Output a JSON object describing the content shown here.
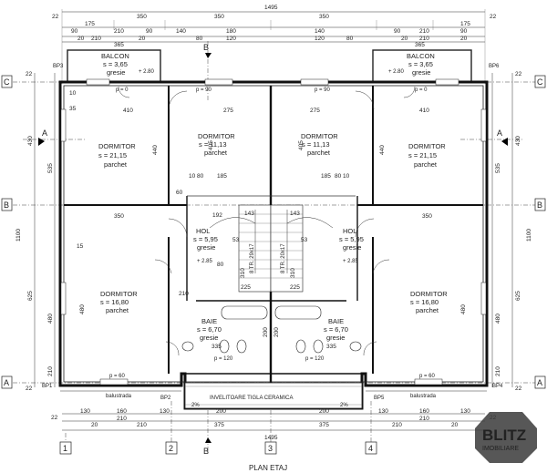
{
  "title": "PLAN ETAJ",
  "logo": {
    "word": "BLITZ",
    "sub": "IMOBILIARE"
  },
  "dims": {
    "top_total": "1495",
    "top_row1": [
      "22",
      "175",
      "350",
      "350",
      "350",
      "175",
      "22"
    ],
    "top_row2": [
      "90",
      "210",
      "90",
      "140",
      "180",
      "140",
      "90",
      "210",
      "90"
    ],
    "top_row3": [
      "20",
      "210",
      "20",
      "80",
      "120",
      "120",
      "80",
      "20",
      "210",
      "20"
    ],
    "top_row4": [
      "365",
      "365"
    ],
    "bottom_total": "1495",
    "bottom_row1": [
      "22",
      "130",
      "160",
      "210",
      "130",
      "200",
      "200",
      "130",
      "210",
      "160",
      "130",
      "22"
    ],
    "bottom_row2": [
      "20",
      "210",
      "375",
      "375",
      "210",
      "20"
    ],
    "left_total": "1100",
    "left": [
      "22",
      "430",
      "535",
      "625",
      "480",
      "210",
      "22"
    ],
    "right_total": "1100",
    "right": [
      "22",
      "430",
      "535",
      "625",
      "480",
      "210",
      "22"
    ]
  },
  "axes": {
    "cols": [
      "1",
      "2",
      "3",
      "4"
    ],
    "rows": [
      "C",
      "B",
      "A"
    ],
    "sections": [
      "A",
      "A",
      "B",
      "B"
    ]
  },
  "rooms": [
    {
      "name": "BALCON",
      "area": "s = 3,65",
      "finish": "gresie",
      "level": "+ 2.80"
    },
    {
      "name": "BALCON",
      "area": "s = 3,65",
      "finish": "gresie",
      "level": "+ 2.80"
    },
    {
      "name": "DORMITOR",
      "area": "s = 21,15",
      "finish": "parchet",
      "level": ""
    },
    {
      "name": "DORMITOR",
      "area": "s = 11,13",
      "finish": "parchet",
      "level": ""
    },
    {
      "name": "DORMITOR",
      "area": "s = 11,13",
      "finish": "parchet",
      "level": ""
    },
    {
      "name": "DORMITOR",
      "area": "s = 21,15",
      "finish": "parchet",
      "level": ""
    },
    {
      "name": "HOL",
      "area": "s = 5,95",
      "finish": "gresie",
      "level": "+ 2.85"
    },
    {
      "name": "HOL",
      "area": "s = 5,95",
      "finish": "gresie",
      "level": "+ 2.85"
    },
    {
      "name": "DORMITOR",
      "area": "s = 16,80",
      "finish": "parchet",
      "level": ""
    },
    {
      "name": "DORMITOR",
      "area": "s = 16,80",
      "finish": "parchet",
      "level": ""
    },
    {
      "name": "BAIE",
      "area": "s = 6,70",
      "finish": "gresie",
      "level": ""
    },
    {
      "name": "BAIE",
      "area": "s = 6,70",
      "finish": "gresie",
      "level": ""
    }
  ],
  "labels": {
    "roof": "INVELITOARE TIGLA CERAMICA",
    "balustrade": "balustrada",
    "bp": [
      "BP3",
      "BP6",
      "BP1",
      "BP2",
      "BP5",
      "BP4"
    ],
    "sill_p0": "p = 0",
    "sill_p90": "p = 90",
    "sill_p60": "p = 60",
    "sill_p120": "p = 120",
    "slope": "2%",
    "inner": [
      "410",
      "275",
      "275",
      "410",
      "440",
      "405",
      "405",
      "440",
      "350",
      "192",
      "350",
      "185",
      "185",
      "143",
      "143",
      "480",
      "480",
      "335",
      "335",
      "35",
      "15",
      "10",
      "60",
      "80",
      "225",
      "225",
      "310",
      "310",
      "10 80",
      "80 10",
      "210",
      "200",
      "200",
      "53",
      "53",
      "8 TR. 20x17",
      "8 TR. 29x17"
    ]
  }
}
